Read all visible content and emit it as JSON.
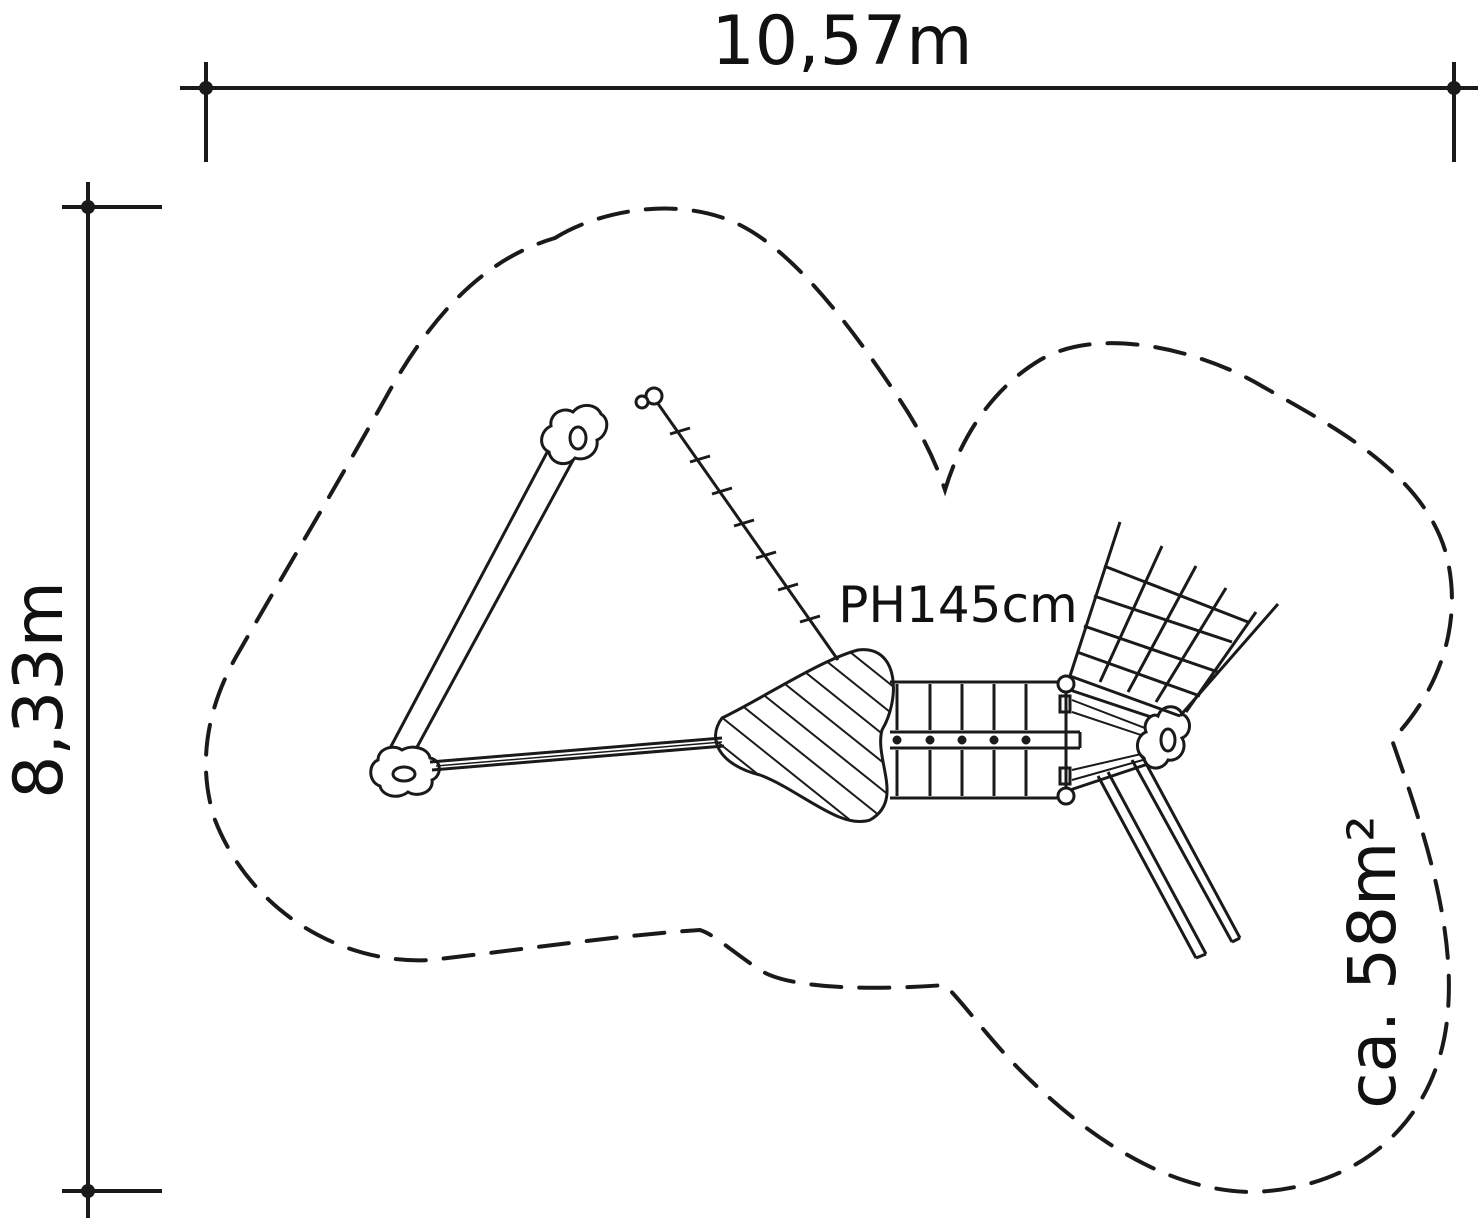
{
  "dimensions": {
    "width_label": "10,57m",
    "depth_label": "8,33m"
  },
  "platform": {
    "height_label": "PH145cm"
  },
  "safety_area": {
    "area_label": "ca. 58m²"
  },
  "colors": {
    "ink": "#1a1a1a",
    "background": "#ffffff"
  }
}
